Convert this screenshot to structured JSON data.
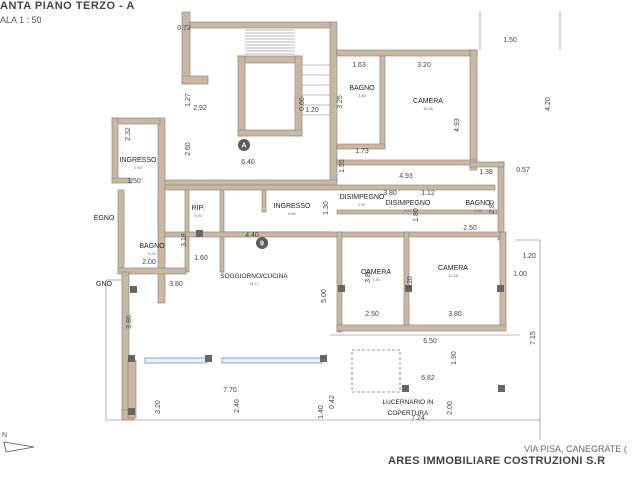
{
  "header": {
    "title": "ANTA PIANO TERZO - A",
    "scale": "ALA 1 : 50"
  },
  "footer": {
    "address": "VIA PISA, CANEGRATE (",
    "company": "ARES IMMOBILIARE COSTRUZIONI S.R",
    "north_label": "N"
  },
  "colors": {
    "wall": "#c8b9a6",
    "wall_stroke": "#8a7a68",
    "line": "#5a5a5a",
    "dim": "#444444",
    "window": "#6f8fc8",
    "pillar": "#666666"
  },
  "rooms": [
    {
      "name": "BAGNO",
      "area": "3.80"
    },
    {
      "name": "CAMERA",
      "area": "16.36"
    },
    {
      "name": "INGRESSO",
      "area": "2.63"
    },
    {
      "name": "RIP.",
      "area": "3.00"
    },
    {
      "name": "INGRESSO",
      "area": "6.60"
    },
    {
      "name": "DISIMPEGNO",
      "area": "2.67"
    },
    {
      "name": "DISIMPEGNO",
      "area": "3.47"
    },
    {
      "name": "BAGNO",
      "area": "3.88"
    },
    {
      "name": "BAGNO",
      "area": "5.20"
    },
    {
      "name": "SOGGIORNO/CUCINA",
      "area": "34.17"
    },
    {
      "name": "CAMERA",
      "area": "9.30"
    },
    {
      "name": "CAMERA",
      "area": "12.18"
    },
    {
      "name": "LUCERNARIO IN COPERTURA",
      "area": ""
    },
    {
      "name": "EGNO",
      "area": ""
    },
    {
      "name": "GNO",
      "area": ""
    }
  ],
  "markers": [
    "A",
    "9"
  ],
  "dimensions": [
    "0.72",
    "1.27",
    "2.92",
    "0.60",
    "1.20",
    "1.63",
    "3.20",
    "1.50",
    "4.20",
    "3.25",
    "4.93",
    "2.60",
    "6.40",
    "1.55",
    "1.73",
    "4.93",
    "1.38",
    "0.57",
    "1.50",
    "3.80",
    "1.12",
    "2.80",
    "1.30",
    "1.80",
    "2.50",
    "1.20",
    "4.40",
    "3.18",
    "1.60",
    "2.00",
    "3.80",
    "3.80",
    "3.20",
    "3.80",
    "2.50",
    "3.80",
    "5.00",
    "6.50",
    "1.90",
    "7.15",
    "6.82",
    "7.70",
    "2.40",
    "0.42",
    "1.40",
    "7.24",
    "2.00",
    "3.20",
    "2.32",
    "1.00"
  ]
}
